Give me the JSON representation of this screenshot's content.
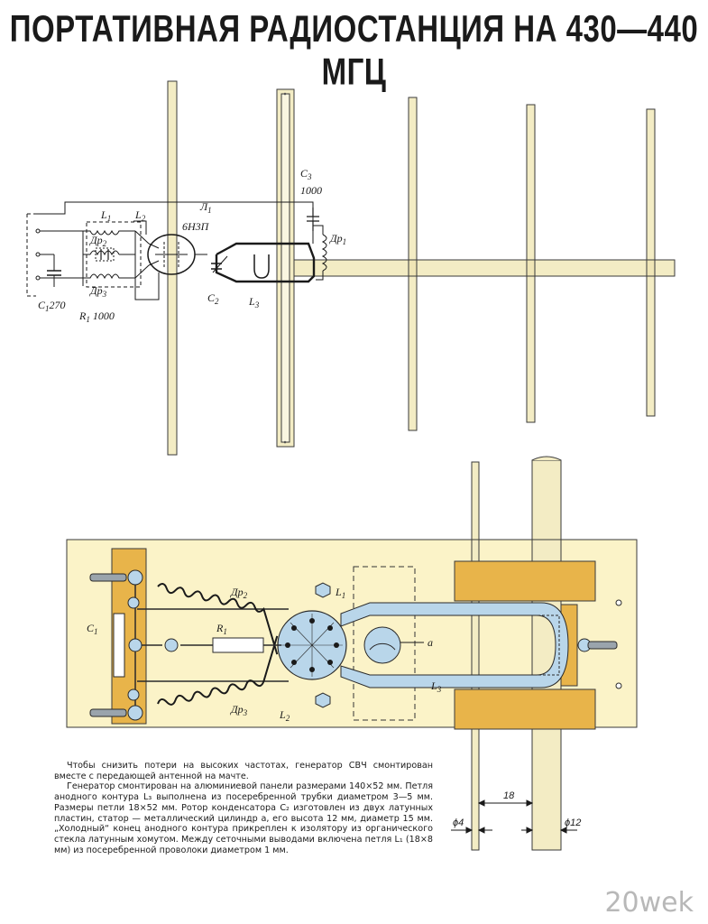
{
  "title": "ПОРТАТИВНАЯ РАДИОСТАНЦИЯ НА 430—440 МГЦ",
  "schematic": {
    "labels": {
      "c1": "C",
      "c1_sub": "1",
      "c1_value": "270",
      "l1": "L",
      "l1_sub": "1",
      "l2": "L",
      "l2_sub": "2",
      "dr2": "Др",
      "dr2_sub": "2",
      "dr3": "Др",
      "dr3_sub": "3",
      "r1": "R",
      "r1_sub": "1",
      "r1_value": "1000",
      "lamp_name": "Л",
      "lamp_name_sub": "1",
      "lamp_type": "6Н3П",
      "c3": "C",
      "c3_sub": "3",
      "c3_value": "1000",
      "dr1": "Др",
      "dr1_sub": "1",
      "c2": "C",
      "c2_sub": "2",
      "l3": "L",
      "l3_sub": "3"
    }
  },
  "assembly": {
    "labels": {
      "dr2": "Др",
      "dr2_sub": "2",
      "dr3": "Др",
      "dr3_sub": "3",
      "c1": "C",
      "c1_sub": "1",
      "r1": "R",
      "r1_sub": "1",
      "l1": "L",
      "l1_sub": "1",
      "l2": "L",
      "l2_sub": "2",
      "a": "a",
      "l3": "L",
      "l3_sub": "3"
    },
    "dimensions": {
      "spacing": "18",
      "rod_diameter": "ϕ4",
      "mast_diameter": "ϕ12"
    }
  },
  "caption": {
    "paragraph1": "Чтобы снизить потери на высоких частотах, генератор СВЧ смонтирован вместе с передающей антенной на мачте.",
    "paragraph2": "Генератор смонтирован на алюминиевой панели размерами 140×52 мм. Петля анодного контура L₃ выполнена из посеребренной трубки диаметром 3—5 мм. Размеры петли 18×52 мм. Ротор конденсатора C₂ изготовлен из двух латунных пластин, статор — металлический цилиндр a, его высота 12 мм, диаметр 15 мм. „Холодный“ конец анодного контура прикреплен к изолятору из органического стекла латунным хомутом. Между сеточными выводами включена петля L₁ (18×8 мм) из посеребренной проволоки диаметром 1 мм."
  },
  "watermark": "20wek",
  "colors": {
    "antenna_fill": "#f3ecc4",
    "board_fill": "#fbf3c8",
    "clamp_fill": "#e8b44a",
    "metal_blue": "#b9d6ea",
    "ink": "#1a1a1a"
  }
}
